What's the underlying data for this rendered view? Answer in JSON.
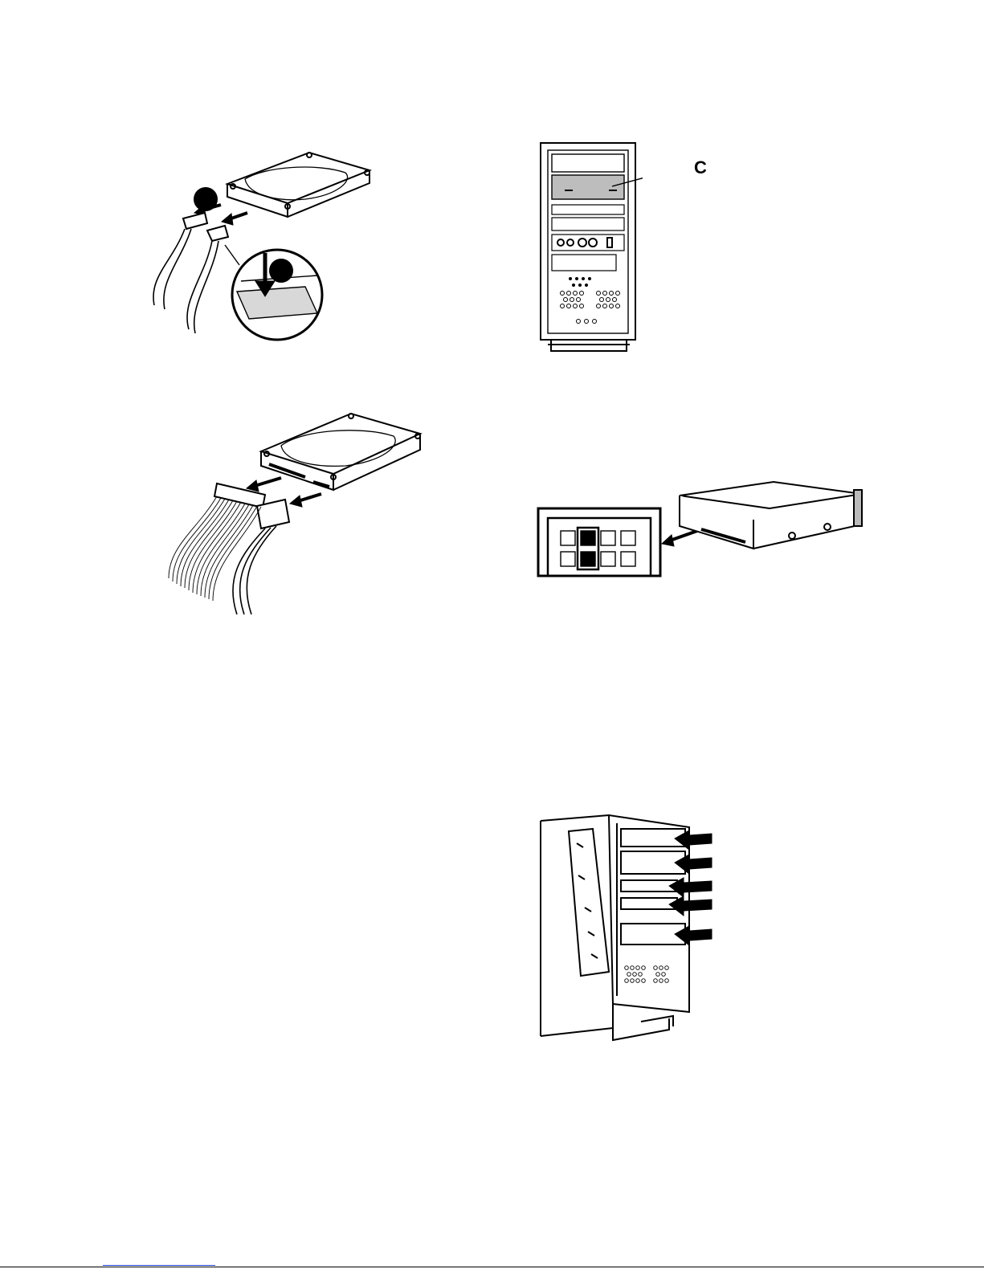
{
  "page": {
    "figures": [
      {
        "id": "sata-hdd-cable-removal",
        "callouts": [
          {
            "label": ""
          },
          {
            "label": ""
          }
        ]
      },
      {
        "id": "optical-drive-bay-front",
        "callouts": [
          {
            "label": "C"
          }
        ]
      },
      {
        "id": "ide-hdd-cable-removal"
      },
      {
        "id": "optical-drive-jumper-slide-out",
        "jumper_block": {
          "rows": 2,
          "cols": 4,
          "filled_column": 2
        }
      },
      {
        "id": "chassis-bay-arrows",
        "arrow_count": 5
      }
    ]
  },
  "colors": {
    "line": "#000000",
    "shade": "#bdbdbd",
    "footer_link": "#1f3fd0"
  }
}
